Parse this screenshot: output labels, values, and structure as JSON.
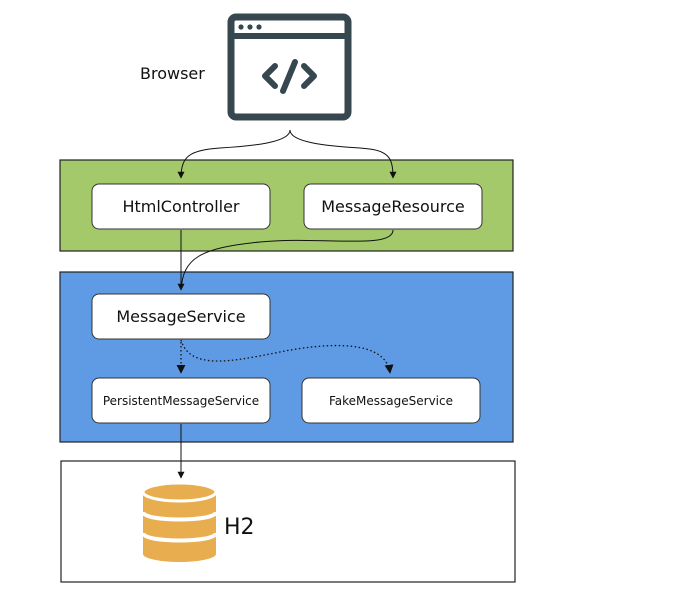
{
  "browser": {
    "label": "Browser",
    "icon": "code-window-icon"
  },
  "web_layer": {
    "nodes": [
      "HtmlController",
      "MessageResource"
    ]
  },
  "service_layer": {
    "nodes": [
      "MessageService",
      "PersistentMessageService",
      "FakeMessageService"
    ]
  },
  "data_layer": {
    "label": "H2",
    "icon": "database-icon"
  },
  "colors": {
    "web_layer_fill": "#a3c96b",
    "service_layer_fill": "#5f9be4",
    "database_fill": "#e8ad4f",
    "icon_stroke": "#37474f"
  }
}
